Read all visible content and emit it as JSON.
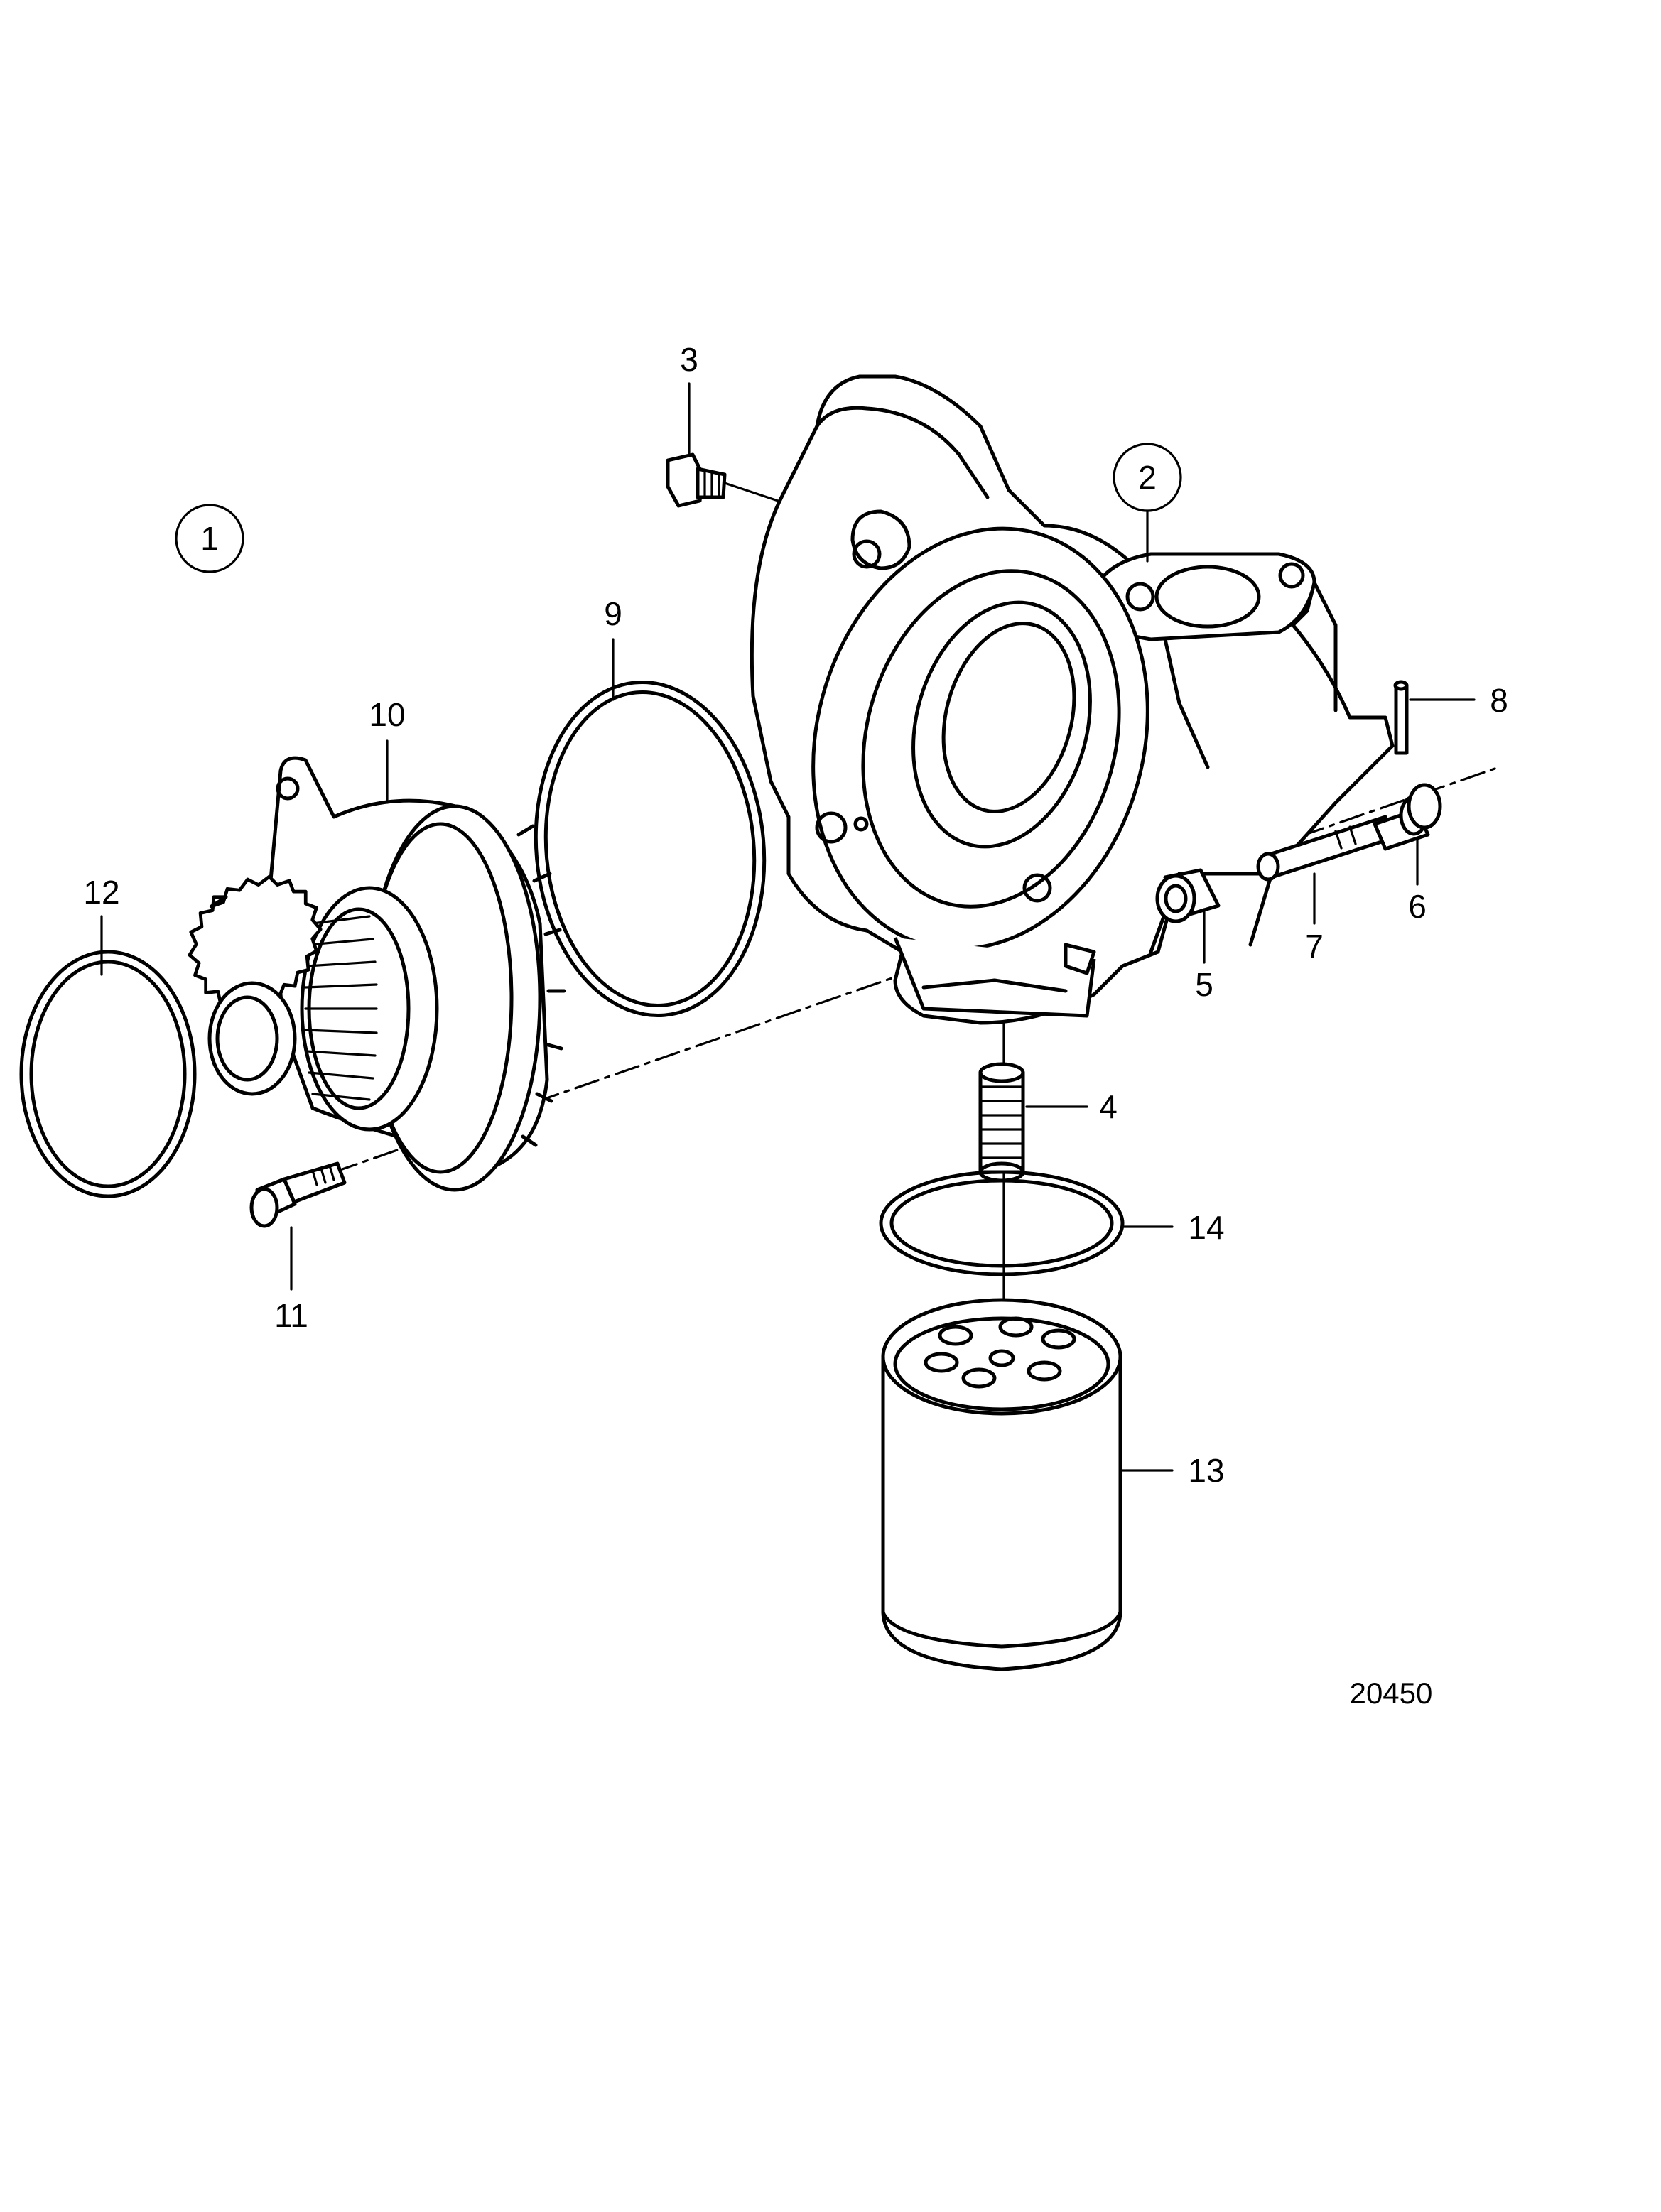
{
  "callouts": {
    "c1": "1",
    "c2": "2",
    "c3": "3",
    "c4": "4",
    "c5": "5",
    "c6": "6",
    "c7": "7",
    "c8": "8",
    "c9": "9",
    "c10": "10",
    "c11": "11",
    "c12": "12",
    "c13": "13",
    "c14": "14"
  },
  "reference_number": "20450"
}
